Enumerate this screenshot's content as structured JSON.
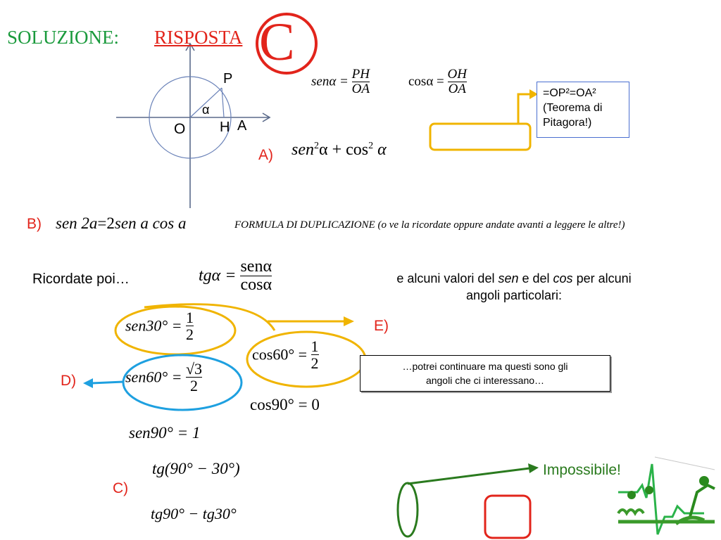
{
  "header": {
    "solution_label": "SOLUZIONE:",
    "answer_label": "RISPOSTA",
    "answer_letter": "C",
    "color_green": "#1a9a3c",
    "color_red": "#e2241b"
  },
  "circle": {
    "label_p": "P",
    "label_alpha": "α",
    "label_o": "O",
    "label_h": "H",
    "label_a": "A"
  },
  "formulas": {
    "sen_lhs": "senα =",
    "sen_num": "PH",
    "sen_den": "OA",
    "cos_lhs": "cosα =",
    "cos_num": "OH",
    "cos_den": "OA"
  },
  "callout": {
    "line1": "=OP²=OA²",
    "line2": "(Teorema di",
    "line3": "Pitagora!)"
  },
  "item_a": {
    "label": "A)",
    "expr_sen": "sen",
    "expr_sup1": "2",
    "expr_mid": "α + cos",
    "expr_sup2": "2",
    "expr_end": " α"
  },
  "item_b": {
    "label": "B)",
    "expr_italic1": "sen 2a",
    "expr_plain": "=2",
    "expr_italic2": "sen a cos a",
    "note": "FORMULA DI DUPLICAZIONE (o ve la ricordate oppure andate avanti a leggere le altre!)"
  },
  "remember": {
    "label": "Ricordate poi…",
    "tg_lhs": "tgα =",
    "tg_num": "senα",
    "tg_den": "cosα",
    "values_line1_a": "e alcuni valori del ",
    "values_line1_sen": "sen",
    "values_line1_b": " e del ",
    "values_line1_cos": "cos",
    "values_line1_c": " per alcuni",
    "values_line2": "angoli particolari:"
  },
  "values": {
    "sen30_lhs": "sen30° =",
    "sen30_num": "1",
    "sen30_den": "2",
    "cos60_lhs": "cos60° =",
    "cos60_num": "1",
    "cos60_den": "2",
    "sen60_lhs": "sen60° =",
    "sen60_num": "√3",
    "sen60_den": "2",
    "cos90": "cos90° = 0",
    "sen90": "sen90° = 1"
  },
  "item_e": {
    "label": "E)"
  },
  "item_d": {
    "label": "D)"
  },
  "item_c": {
    "label": "C)",
    "expr1": "tg(90° − 30°)",
    "expr2": "tg90° − tg30°"
  },
  "note_box": {
    "line1": "…potrei continuare ma questi sono gli",
    "line2": "angoli che ci interessano…"
  },
  "impossible": {
    "label": "Impossibile!"
  }
}
